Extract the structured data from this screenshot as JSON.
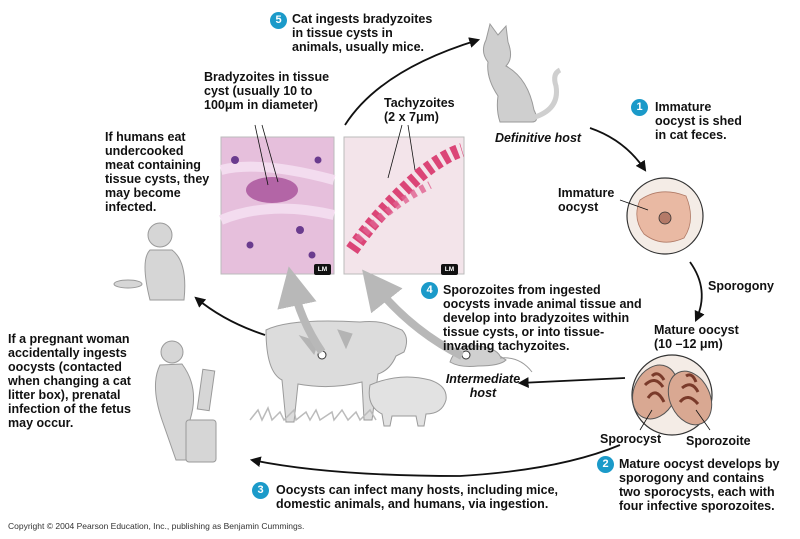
{
  "steps": [
    {
      "num": "1",
      "text": "Immature oocyst is shed in cat feces."
    },
    {
      "num": "2",
      "text": "Mature oocyst develops by sporogony and contains two sporocysts, each with four infective sporozoites."
    },
    {
      "num": "3",
      "text": "Oocysts can infect many hosts, including mice, domestic animals, and humans, via ingestion."
    },
    {
      "num": "4",
      "text": "Sporozoites from ingested oocysts invade animal tissue and develop into bradyzoites within tissue cysts, or into tissue-invading tachyzoites."
    },
    {
      "num": "5",
      "text": "Cat ingests bradyzoites in tissue cysts in animals, usually mice."
    }
  ],
  "labels": {
    "definitive_host": "Definitive host",
    "intermediate_host": "Intermediate host",
    "immature_oocyst": "Immature oocyst",
    "sporogony": "Sporogony",
    "mature_oocyst": "Mature oocyst (10 –12 μm)",
    "sporocyst": "Sporocyst",
    "sporozoite": "Sporozoite",
    "bradyzoites": "Bradyzoites in tissue cyst (usually 10 to 100μm in diameter)",
    "tachyzoites": "Tachyzoites (2 x 7μm)",
    "lm": "LM"
  },
  "notes": {
    "humans_eat": "If humans eat undercooked meat containing tissue cysts, they may become infected.",
    "pregnant": "If a pregnant woman accidentally ingests oocysts (contacted when changing a cat litter box), prenatal infection of the fetus may occur."
  },
  "copyright": "Copyright © 2004 Pearson Education, Inc., publishing as Benjamin Cummings.",
  "colors": {
    "step_badge": "#1b9ac9",
    "oocyst_fill": "#e9b9a3",
    "micrograph_pink": "#e6bfdc",
    "tachyzoite": "#d8336a"
  }
}
